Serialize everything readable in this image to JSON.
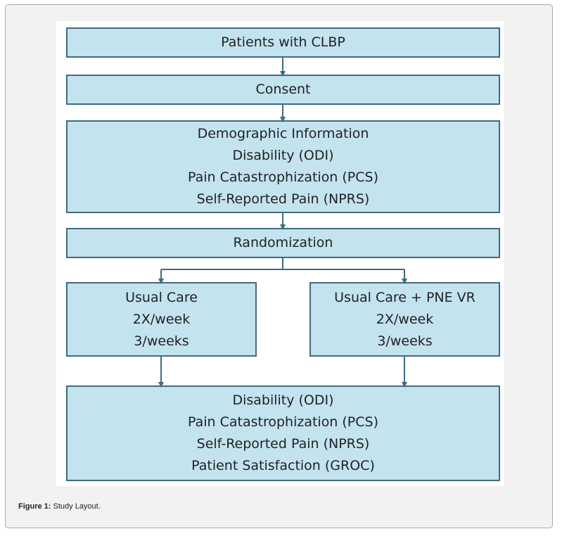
{
  "diagram": {
    "boxes": {
      "patients": [
        "Patients with CLBP"
      ],
      "consent": [
        "Consent"
      ],
      "baseline": [
        "Demographic Information",
        "Disability (ODI)",
        "Pain Catastrophization (PCS)",
        "Self-Reported Pain (NPRS)"
      ],
      "randomization": [
        "Randomization"
      ],
      "usual_care": [
        "Usual Care",
        "2X/week",
        "3/weeks"
      ],
      "usual_care_pne": [
        "Usual Care + PNE VR",
        "2X/week",
        "3/weeks"
      ],
      "outcomes": [
        "Disability (ODI)",
        "Pain Catastrophization (PCS)",
        "Self-Reported Pain (NPRS)",
        "Patient Satisfaction (GROC)"
      ]
    },
    "colors": {
      "box_fill": "#c3e3ef",
      "box_border": "#3f6b7d",
      "connector": "#3f6b7d"
    }
  },
  "caption": {
    "label": "Figure 1:",
    "text": "Study Layout."
  }
}
